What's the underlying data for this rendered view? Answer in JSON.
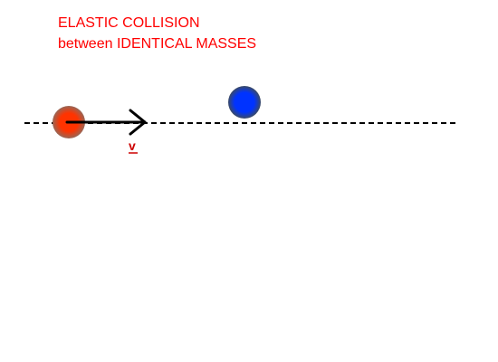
{
  "title": {
    "line1": "ELASTIC COLLISION",
    "line2": "between IDENTICAL MASSES"
  },
  "colors": {
    "title": "#ff0000",
    "line": "#000000",
    "ball_left_core": "#ff3300",
    "ball_left_edge": "#996655",
    "ball_right_core": "#0033ff",
    "ball_right_edge": "#3a4a66",
    "vector": "#000000",
    "vector_label": "#cc0000"
  },
  "balls": [
    {
      "name": "ball-left",
      "color_key": "ball_left"
    },
    {
      "name": "ball-right",
      "color_key": "ball_right"
    }
  ],
  "vector": {
    "label": "v"
  },
  "icons": {
    "arrow": "arrow-right-icon"
  }
}
